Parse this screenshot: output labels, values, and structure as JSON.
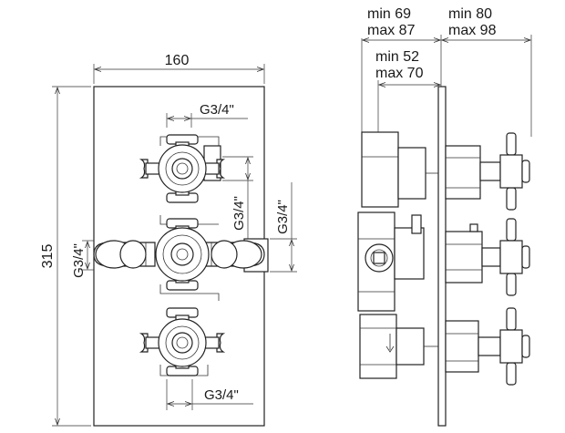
{
  "front_view": {
    "width_label": "160",
    "height_label": "315",
    "thread_top": "G3/4\"",
    "thread_right_inner": "G3/4\"",
    "thread_right_outer": "G3/4\"",
    "thread_left": "G3/4\"",
    "thread_bottom": "G3/4\""
  },
  "side_view": {
    "depth_total_min": "min 69",
    "depth_total_max": "max 87",
    "depth_handle_min": "min 80",
    "depth_handle_max": "max 98",
    "depth_body_min": "min 52",
    "depth_body_max": "max 70"
  }
}
